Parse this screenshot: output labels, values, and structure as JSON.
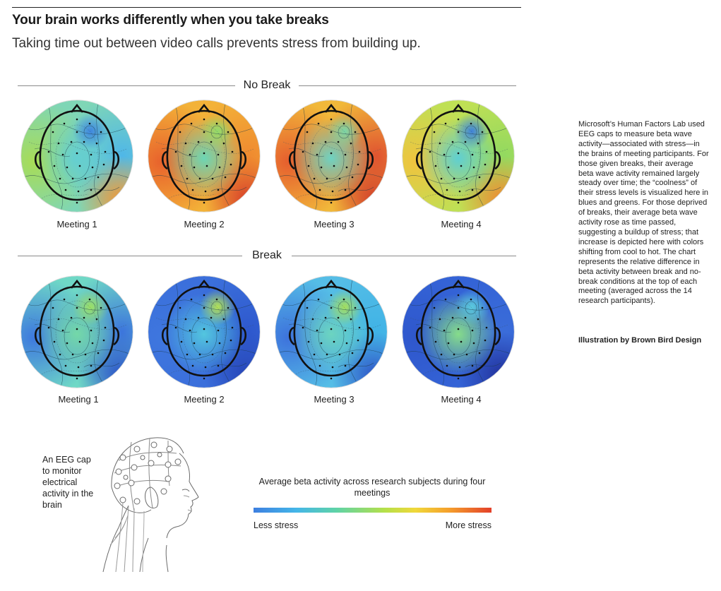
{
  "header": {
    "title": "Your brain works differently when you take breaks",
    "subtitle": "Taking time out between video calls prevents stress from building up."
  },
  "sections": [
    {
      "label": "No Break",
      "brains": [
        {
          "label": "Meeting 1",
          "bg": "#7fd6b6",
          "left": "#a8dc56",
          "right": "#4fb7e8",
          "center": "#64cfd2",
          "hot": "#f19a3a",
          "spot": "#3f86de"
        },
        {
          "label": "Meeting 2",
          "bg": "#f3b238",
          "left": "#e8622c",
          "right": "#ef8a30",
          "center": "#6cd6b5",
          "hot": "#d8412a",
          "spot": "#91db6a"
        },
        {
          "label": "Meeting 3",
          "bg": "#f1b83a",
          "left": "#e65e2e",
          "right": "#e05330",
          "center": "#6ed2c2",
          "hot": "#d3432b",
          "spot": "#7ad6a7"
        },
        {
          "label": "Meeting 4",
          "bg": "#bfe055",
          "left": "#f0c33e",
          "right": "#92d960",
          "center": "#5fcfd2",
          "hot": "#ef8c32",
          "spot": "#3f82da"
        }
      ]
    },
    {
      "label": "Break",
      "brains": [
        {
          "label": "Meeting 1",
          "bg": "#6fd8c6",
          "left": "#3d78de",
          "right": "#3c75dc",
          "center": "#74d8a8",
          "hot": "#2e56c8",
          "spot": "#9ce065"
        },
        {
          "label": "Meeting 2",
          "bg": "#3b6fdb",
          "left": "#3e76de",
          "right": "#2e58cd",
          "center": "#53c6df",
          "hot": "#2746b8",
          "spot": "#b4e254"
        },
        {
          "label": "Meeting 3",
          "bg": "#55bde6",
          "left": "#3d72dc",
          "right": "#40b3e6",
          "center": "#6cd4c0",
          "hot": "#2f57c8",
          "spot": "#a5de5d"
        },
        {
          "label": "Meeting 4",
          "bg": "#3463d6",
          "left": "#2f57cc",
          "right": "#3a6cd9",
          "center": "#86dc8a",
          "hot": "#23339e",
          "spot": "#5acadf"
        }
      ]
    }
  ],
  "sidebar": {
    "text": "Microsoft’s Human Factors Lab used EEG caps to measure beta wave activity—associated with stress—in the brains of meeting participants. For those given breaks, their average beta wave activity remained largely steady over time; the “coolness” of their stress levels is visualized here in blues and greens. For those deprived of breaks, their average beta wave activity rose as time passed, suggesting a buildup of stress; that increase is depicted here with colors shifting from cool to hot. The chart represents the relative difference in beta activity between break and no-break conditions at the top of each meeting (averaged across the 14 research participants).",
    "credit": "Illustration by Brown Bird Design"
  },
  "cap": {
    "caption": "An EEG cap to monitor electrical activity in the brain",
    "icon": "eeg-cap-illustration"
  },
  "legend": {
    "title": "Average beta activity across research subjects during four meetings",
    "low_label": "Less stress",
    "high_label": "More stress",
    "colors": [
      "#3d7fe0",
      "#5fd3a6",
      "#f0d83a",
      "#e3402a"
    ]
  }
}
